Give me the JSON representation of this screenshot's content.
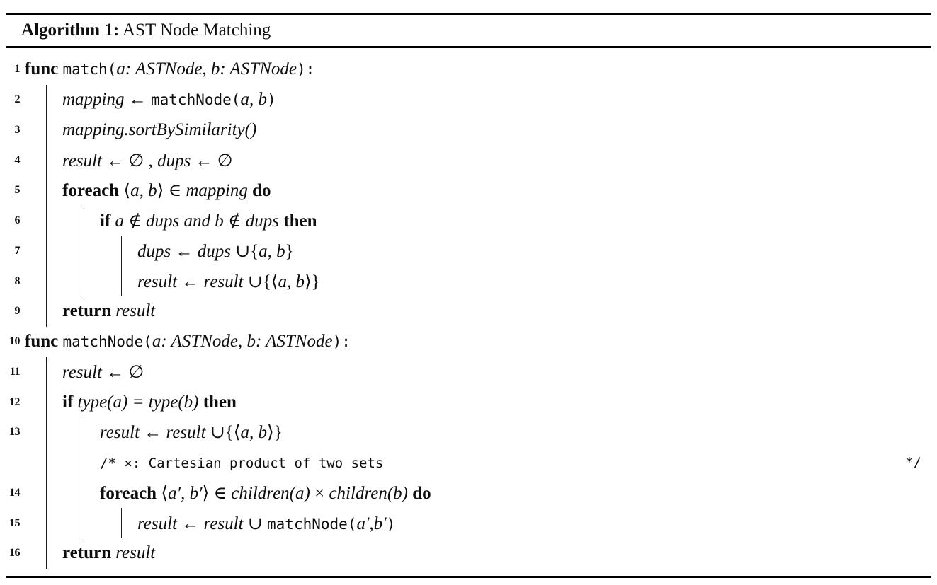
{
  "colors": {
    "background": "#ffffff",
    "ink": "#0e0e0e",
    "rule": "#000000"
  },
  "algorithm": {
    "caption": {
      "label": "Algorithm 1:",
      "title": " AST Node Matching"
    },
    "lines": [
      {
        "no": "1",
        "indent": 0,
        "segments": [
          {
            "style": "kw",
            "text": "func "
          },
          {
            "style": "fn",
            "text": "match("
          },
          {
            "style": "var",
            "text": "a: ASTNode, b: ASTNode"
          },
          {
            "style": "fn",
            "text": "):"
          }
        ]
      },
      {
        "no": "2",
        "indent": 1,
        "segments": [
          {
            "style": "var",
            "text": "mapping "
          },
          {
            "style": "sym",
            "text": "← "
          },
          {
            "style": "fn",
            "text": "matchNode("
          },
          {
            "style": "var",
            "text": "a, b"
          },
          {
            "style": "fn",
            "text": ")"
          }
        ]
      },
      {
        "no": "3",
        "indent": 1,
        "segments": [
          {
            "style": "var",
            "text": "mapping.sortBySimilarity()"
          }
        ]
      },
      {
        "no": "4",
        "indent": 1,
        "segments": [
          {
            "style": "var",
            "text": "result "
          },
          {
            "style": "sym",
            "text": "← ∅ , "
          },
          {
            "style": "var",
            "text": "dups "
          },
          {
            "style": "sym",
            "text": "← ∅"
          }
        ]
      },
      {
        "no": "5",
        "indent": 1,
        "segments": [
          {
            "style": "kw",
            "text": "foreach "
          },
          {
            "style": "sym",
            "text": "⟨"
          },
          {
            "style": "var",
            "text": "a, b"
          },
          {
            "style": "sym",
            "text": "⟩ ∈ "
          },
          {
            "style": "var",
            "text": "mapping"
          },
          {
            "style": "kw",
            "text": " do"
          }
        ]
      },
      {
        "no": "6",
        "indent": 2,
        "segments": [
          {
            "style": "kw",
            "text": "if "
          },
          {
            "style": "var",
            "text": "a "
          },
          {
            "style": "sym",
            "text": "∉ "
          },
          {
            "style": "var",
            "text": "dups and b "
          },
          {
            "style": "sym",
            "text": "∉ "
          },
          {
            "style": "var",
            "text": "dups"
          },
          {
            "style": "kw",
            "text": " then"
          }
        ]
      },
      {
        "no": "7",
        "indent": 3,
        "segments": [
          {
            "style": "var",
            "text": "dups "
          },
          {
            "style": "sym",
            "text": "← "
          },
          {
            "style": "var",
            "text": "dups "
          },
          {
            "style": "sym",
            "text": "∪{"
          },
          {
            "style": "var",
            "text": "a, b"
          },
          {
            "style": "sym",
            "text": "}"
          }
        ]
      },
      {
        "no": "8",
        "indent": 3,
        "segments": [
          {
            "style": "var",
            "text": "result "
          },
          {
            "style": "sym",
            "text": "← "
          },
          {
            "style": "var",
            "text": "result "
          },
          {
            "style": "sym",
            "text": "∪{⟨"
          },
          {
            "style": "var",
            "text": "a, b"
          },
          {
            "style": "sym",
            "text": "⟩}"
          }
        ]
      },
      {
        "no": "9",
        "indent": 1,
        "segments": [
          {
            "style": "kw",
            "text": "return "
          },
          {
            "style": "var",
            "text": "result"
          }
        ]
      },
      {
        "no": "10",
        "indent": 0,
        "segments": [
          {
            "style": "kw",
            "text": "func "
          },
          {
            "style": "fn",
            "text": "matchNode("
          },
          {
            "style": "var",
            "text": "a: ASTNode, b: ASTNode"
          },
          {
            "style": "fn",
            "text": "):"
          }
        ]
      },
      {
        "no": "11",
        "indent": 1,
        "segments": [
          {
            "style": "var",
            "text": "result "
          },
          {
            "style": "sym",
            "text": "← ∅"
          }
        ]
      },
      {
        "no": "12",
        "indent": 1,
        "segments": [
          {
            "style": "kw",
            "text": "if "
          },
          {
            "style": "var",
            "text": "type(a) = type(b)"
          },
          {
            "style": "kw",
            "text": " then"
          }
        ]
      },
      {
        "no": "13",
        "indent": 2,
        "segments": [
          {
            "style": "var",
            "text": "result "
          },
          {
            "style": "sym",
            "text": "← "
          },
          {
            "style": "var",
            "text": "result "
          },
          {
            "style": "sym",
            "text": "∪{⟨"
          },
          {
            "style": "var",
            "text": "a, b"
          },
          {
            "style": "sym",
            "text": "⟩}"
          }
        ]
      },
      {
        "no": "",
        "indent": 2,
        "comment": true,
        "right": "*/",
        "segments": [
          {
            "style": "cmt",
            "text": "/* ×: Cartesian product of two sets"
          }
        ]
      },
      {
        "no": "14",
        "indent": 2,
        "segments": [
          {
            "style": "kw",
            "text": "foreach "
          },
          {
            "style": "sym",
            "text": "⟨"
          },
          {
            "style": "var",
            "text": "a′, b′"
          },
          {
            "style": "sym",
            "text": "⟩ ∈ "
          },
          {
            "style": "var",
            "text": "children(a)"
          },
          {
            "style": "sym",
            "text": " × "
          },
          {
            "style": "var",
            "text": "children(b)"
          },
          {
            "style": "kw",
            "text": " do"
          }
        ]
      },
      {
        "no": "15",
        "indent": 3,
        "segments": [
          {
            "style": "var",
            "text": "result "
          },
          {
            "style": "sym",
            "text": "← "
          },
          {
            "style": "var",
            "text": "result "
          },
          {
            "style": "sym",
            "text": "∪ "
          },
          {
            "style": "fn",
            "text": "matchNode("
          },
          {
            "style": "var",
            "text": "a′,b′"
          },
          {
            "style": "fn",
            "text": ")"
          }
        ]
      },
      {
        "no": "16",
        "indent": 1,
        "segments": [
          {
            "style": "kw",
            "text": "return "
          },
          {
            "style": "var",
            "text": "result"
          }
        ]
      }
    ]
  }
}
